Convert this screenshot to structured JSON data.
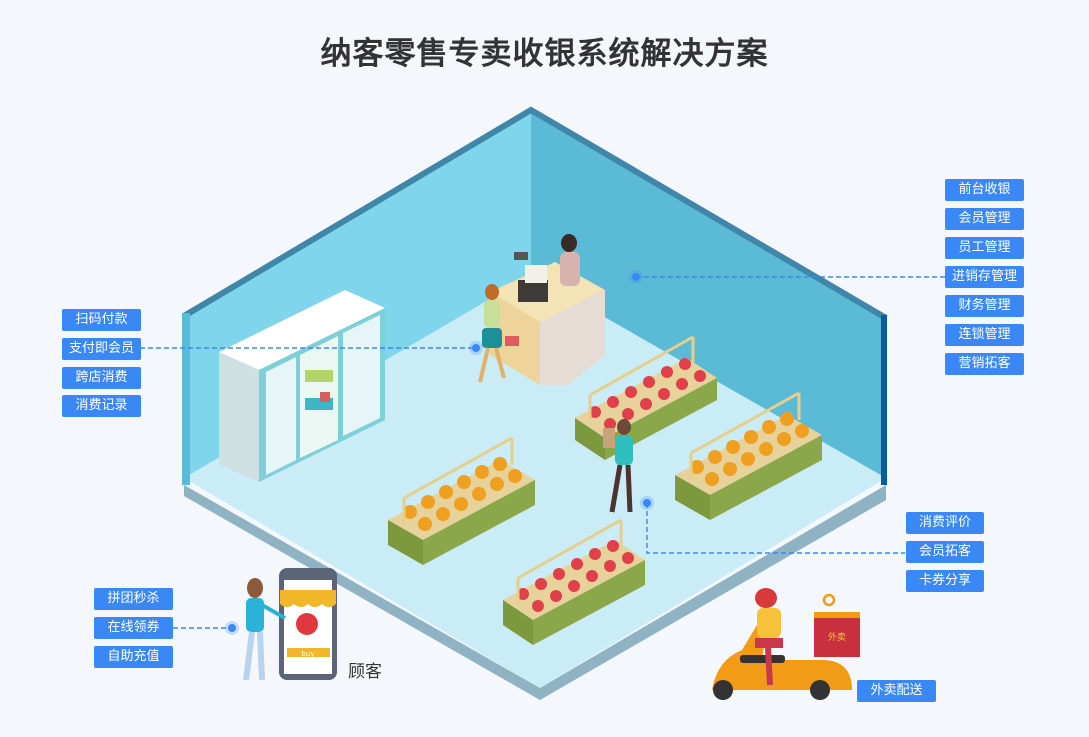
{
  "title": "纳客零售专卖收银系统解决方案",
  "colors": {
    "background": "#f4f8fd",
    "tag_bg": "#3a88f6",
    "tag_text": "#ffffff",
    "wall_left": "#7fd5eb",
    "wall_right": "#5bbbd6",
    "wall_edge": "#3f86a8",
    "floor": "#c9ecf6",
    "floor_edge": "#8fb3c2",
    "connector": "#3a88f6"
  },
  "groups": {
    "store_management": {
      "items": [
        "前台收银",
        "会员管理",
        "员工管理",
        "进销存管理",
        "财务管理",
        "连锁管理",
        "营销拓客"
      ]
    },
    "checkout": {
      "items": [
        "扫码付款",
        "支付即会员",
        "跨店消费",
        "消费记录"
      ]
    },
    "member": {
      "items": [
        "消费评价",
        "会员拓客",
        "卡券分享"
      ]
    },
    "online": {
      "items": [
        "拼团秒杀",
        "在线领券",
        "自助充值"
      ]
    },
    "delivery": {
      "items": [
        "外卖配送"
      ]
    }
  },
  "illustration": {
    "customer_label": "顾客",
    "phone_button": "buy",
    "delivery_box_label": "外卖"
  }
}
